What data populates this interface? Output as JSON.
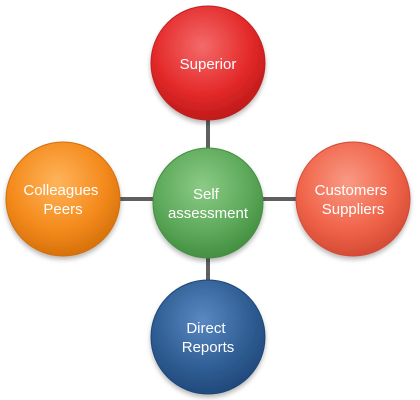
{
  "diagram": {
    "center": {
      "lines": [
        "Self",
        "assessment"
      ],
      "color": "#5DA95A"
    },
    "top": {
      "lines": [
        "Superior"
      ],
      "color": "#E42A2A"
    },
    "left": {
      "lines": [
        "Colleagues",
        "Peers"
      ],
      "color": "#F48A1C"
    },
    "right": {
      "lines": [
        "Customers",
        "Suppliers"
      ],
      "color": "#F0644A"
    },
    "bottom": {
      "lines": [
        "Direct",
        "Reports"
      ],
      "color": "#2F5E94"
    },
    "connector_color": "#5F5F5F"
  }
}
